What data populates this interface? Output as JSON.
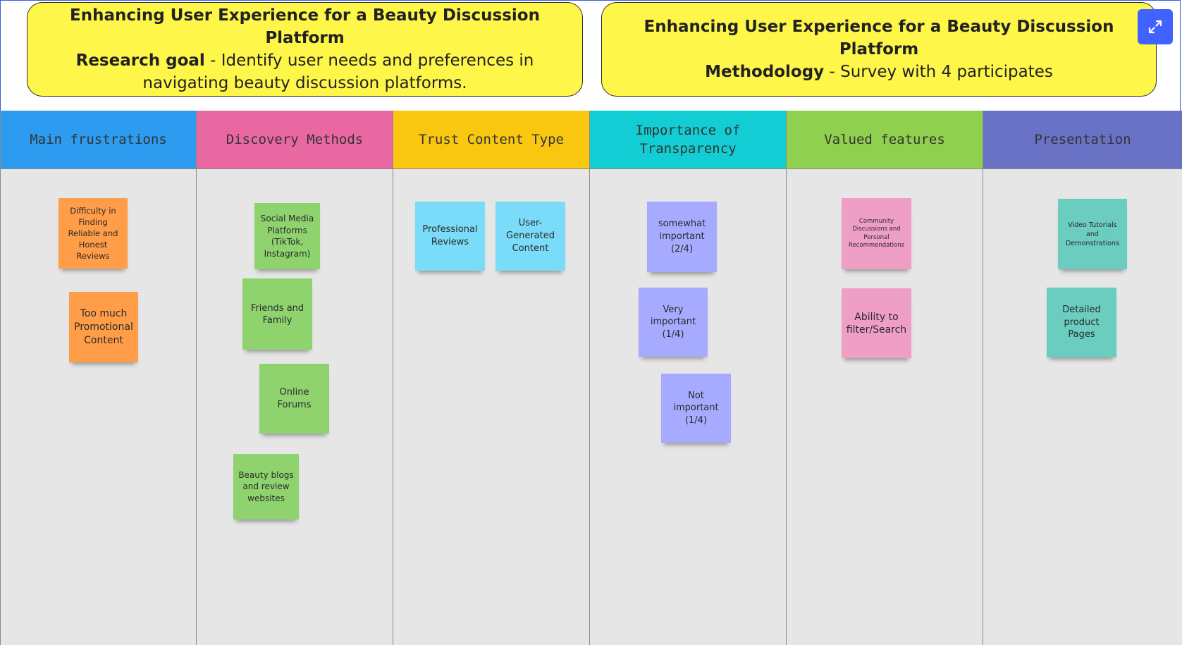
{
  "goal_left": {
    "title": "Enhancing User Experience for a Beauty Discussion Platform",
    "label": "Research goal",
    "desc": " - Identify user needs and preferences in navigating beauty discussion platforms."
  },
  "goal_right": {
    "title": "Enhancing User Experience for a Beauty Discussion Platform",
    "label": "Methodology",
    "desc": " - Survey with 4 participates"
  },
  "expand_icon": "expand-icon",
  "colors": {
    "goal_card": "#fff64a",
    "expand_button": "#4262ff",
    "column_bg": "#e6e6e6"
  },
  "columns": [
    {
      "title": "Main frustrations",
      "color": "#2d9bf0",
      "notes": [
        {
          "text": "Difficulty in Finding Reliable and Honest Reviews",
          "color": "#ff9d48"
        },
        {
          "text": "Too much Promotional Content",
          "color": "#ff9d48"
        }
      ]
    },
    {
      "title": "Discovery Methods",
      "color": "#ea68a2",
      "notes": [
        {
          "text": "Social Media Platforms (TikTok, Instagram)",
          "color": "#8fd36e"
        },
        {
          "text": "Friends and Family",
          "color": "#8fd36e"
        },
        {
          "text": "Online Forums",
          "color": "#8fd36e"
        },
        {
          "text": "Beauty blogs and review websites",
          "color": "#8fd36e"
        }
      ]
    },
    {
      "title": "Trust Content Type",
      "color": "#fac710",
      "notes": [
        {
          "text": "Professional Reviews",
          "color": "#7bdcf9"
        },
        {
          "text": "User-Generated Content",
          "color": "#7bdcf9"
        }
      ]
    },
    {
      "title": "Importance of Transparency",
      "color": "#12cdd4",
      "notes": [
        {
          "text": "somewhat important (2/4)",
          "color": "#a6abff"
        },
        {
          "text": "Very important (1/4)",
          "color": "#a6abff"
        },
        {
          "text": "Not important (1/4)",
          "color": "#a6abff"
        }
      ]
    },
    {
      "title": "Valued features",
      "color": "#8fd14f",
      "notes": [
        {
          "text": "Community Discussions and Personal Recommendations",
          "color": "#ef9ec6"
        },
        {
          "text": "Ability to filter/Search",
          "color": "#ef9ec6"
        }
      ]
    },
    {
      "title": "Presentation",
      "color": "#6a72c6",
      "notes": [
        {
          "text": "Video Tutorials and Demonstrations",
          "color": "#6acdc0"
        },
        {
          "text": "Detailed product Pages",
          "color": "#6acdc0"
        }
      ]
    }
  ]
}
